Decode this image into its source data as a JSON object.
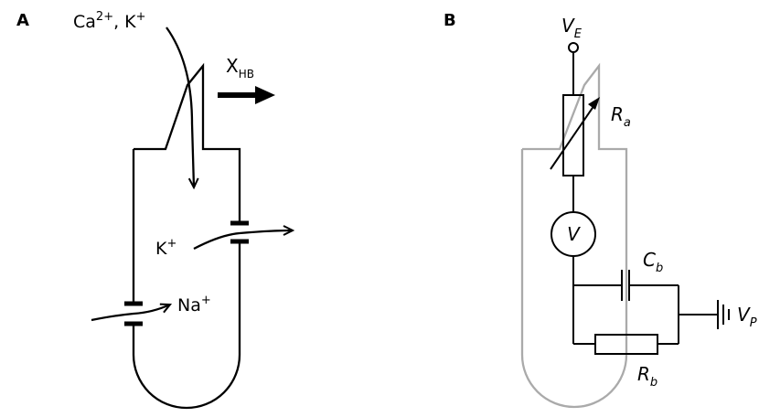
{
  "panel_a": {
    "label": "A",
    "influx_ca": "Ca",
    "influx_ca_sup": "2+",
    "influx_sep": ", K",
    "influx_k_sup": "+",
    "secretion": "X",
    "secretion_sub": "HB",
    "k_channel_ion": "K",
    "k_channel_sup": "+",
    "na_channel_ion": "Na",
    "na_channel_sup": "+"
  },
  "panel_b": {
    "label": "B",
    "ve": "V",
    "ve_sub": "E",
    "ra": "R",
    "ra_sub": "a",
    "voltmeter": "V",
    "cb": "C",
    "cb_sub": "b",
    "rb": "R",
    "rb_sub": "b",
    "vp": "V",
    "vp_sub": "P"
  }
}
